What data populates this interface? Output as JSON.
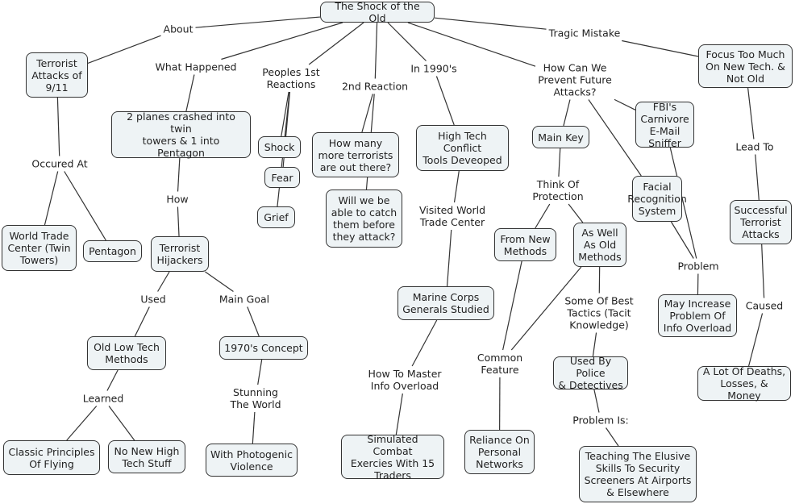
{
  "title": "The Shock of the Old",
  "concepts": [
    {
      "id": "root",
      "label": "The Shock of the Old"
    },
    {
      "id": "attacks911",
      "label": "Terrorist\nAttacks of\n9/11"
    },
    {
      "id": "planes",
      "label": "2 planes crashed into twin\ntowers & 1 into\nPentagon"
    },
    {
      "id": "shock",
      "label": "Shock"
    },
    {
      "id": "fear",
      "label": "Fear"
    },
    {
      "id": "grief",
      "label": "Grief"
    },
    {
      "id": "howmany",
      "label": "How many\nmore terrorists\nare out there?"
    },
    {
      "id": "willwe",
      "label": "Will we be\nable to catch\nthem before\nthey attack?"
    },
    {
      "id": "hightech",
      "label": "High Tech\nConflict\nTools Deveoped"
    },
    {
      "id": "mainkey",
      "label": "Main Key"
    },
    {
      "id": "fbi",
      "label": "FBI's\nCarnivore\nE-Mail Sniffer"
    },
    {
      "id": "focus",
      "label": "Focus Too  Much\nOn New Tech. &\nNot Old"
    },
    {
      "id": "wtc",
      "label": "World Trade\nCenter (Twin\nTowers)"
    },
    {
      "id": "pentagon",
      "label": "Pentagon"
    },
    {
      "id": "hijackers",
      "label": "Terrorist\nHijackers"
    },
    {
      "id": "fromnew",
      "label": "From New\nMethods"
    },
    {
      "id": "aswell",
      "label": "As Well\nAs Old\nMethods"
    },
    {
      "id": "facial",
      "label": "Facial\nRecognition\nSystem"
    },
    {
      "id": "successful",
      "label": "Successful\nTerrorist\nAttacks"
    },
    {
      "id": "marine",
      "label": "Marine Corps\nGenerals Studied"
    },
    {
      "id": "mayincrease",
      "label": "May Increase\nProblem Of\nInfo Overload"
    },
    {
      "id": "oldlowtech",
      "label": "Old Low Tech\nMethods"
    },
    {
      "id": "concept1970",
      "label": "1970's Concept"
    },
    {
      "id": "usedbypolice",
      "label": "Used By Police\n& Detectives"
    },
    {
      "id": "deaths",
      "label": "A Lot Of Deaths,\nLosses, & Money"
    },
    {
      "id": "classic",
      "label": "Classic Principles\nOf Flying"
    },
    {
      "id": "nonew",
      "label": "No New High\nTech Stuff"
    },
    {
      "id": "photogenic",
      "label": "With Photogenic\nViolence"
    },
    {
      "id": "simulated",
      "label": "Simulated Combat\nExercies With 15\nTraders"
    },
    {
      "id": "reliance",
      "label": "Reliance On\nPersonal\nNetworks"
    },
    {
      "id": "teaching",
      "label": "Teaching The Elusive\nSkills To Security\nScreeners At Airports\n& Elsewhere"
    }
  ],
  "linking_phrases": [
    {
      "id": "about",
      "label": "About"
    },
    {
      "id": "whathappened",
      "label": "What Happened"
    },
    {
      "id": "peoples1st",
      "label": "Peoples 1st\nReactions"
    },
    {
      "id": "reaction2",
      "label": "2nd Reaction"
    },
    {
      "id": "in1990",
      "label": "In 1990's"
    },
    {
      "id": "howcanwe",
      "label": "How Can We\nPrevent Future\nAttacks?"
    },
    {
      "id": "tragic",
      "label": "Tragic Mistake"
    },
    {
      "id": "occuredat",
      "label": "Occured At"
    },
    {
      "id": "how",
      "label": "How"
    },
    {
      "id": "visited",
      "label": "Visited World\nTrade Center"
    },
    {
      "id": "thinkof",
      "label": "Think Of\nProtection"
    },
    {
      "id": "leadto",
      "label": "Lead To"
    },
    {
      "id": "used",
      "label": "Used"
    },
    {
      "id": "maingoal",
      "label": "Main Goal"
    },
    {
      "id": "problem",
      "label": "Problem"
    },
    {
      "id": "someofbest",
      "label": "Some Of Best\nTactics (Tacit\nKnowledge)"
    },
    {
      "id": "caused",
      "label": "Caused"
    },
    {
      "id": "learned",
      "label": "Learned"
    },
    {
      "id": "stunning",
      "label": "Stunning\nThe World"
    },
    {
      "id": "commonfeature",
      "label": "Common\nFeature"
    },
    {
      "id": "howtomaster",
      "label": "How To Master\nInfo Overload"
    },
    {
      "id": "problemis",
      "label": "Problem Is:"
    }
  ],
  "connections": [
    [
      "root",
      "about"
    ],
    [
      "about",
      "attacks911"
    ],
    [
      "root",
      "whathappened"
    ],
    [
      "whathappened",
      "planes"
    ],
    [
      "root",
      "peoples1st"
    ],
    [
      "peoples1st",
      "shock"
    ],
    [
      "peoples1st",
      "fear"
    ],
    [
      "peoples1st",
      "grief"
    ],
    [
      "root",
      "reaction2"
    ],
    [
      "reaction2",
      "howmany"
    ],
    [
      "reaction2",
      "willwe"
    ],
    [
      "root",
      "in1990"
    ],
    [
      "in1990",
      "hightech"
    ],
    [
      "root",
      "howcanwe"
    ],
    [
      "howcanwe",
      "mainkey"
    ],
    [
      "howcanwe",
      "fbi"
    ],
    [
      "howcanwe",
      "facial"
    ],
    [
      "root",
      "tragic"
    ],
    [
      "tragic",
      "focus"
    ],
    [
      "attacks911",
      "occuredat"
    ],
    [
      "occuredat",
      "wtc"
    ],
    [
      "occuredat",
      "pentagon"
    ],
    [
      "planes",
      "how"
    ],
    [
      "how",
      "hijackers"
    ],
    [
      "hightech",
      "visited"
    ],
    [
      "visited",
      "marine"
    ],
    [
      "mainkey",
      "thinkof"
    ],
    [
      "thinkof",
      "fromnew"
    ],
    [
      "thinkof",
      "aswell"
    ],
    [
      "focus",
      "leadto"
    ],
    [
      "leadto",
      "successful"
    ],
    [
      "hijackers",
      "used"
    ],
    [
      "used",
      "oldlowtech"
    ],
    [
      "hijackers",
      "maingoal"
    ],
    [
      "maingoal",
      "concept1970"
    ],
    [
      "fbi",
      "problem"
    ],
    [
      "facial",
      "problem"
    ],
    [
      "problem",
      "mayincrease"
    ],
    [
      "aswell",
      "someofbest"
    ],
    [
      "someofbest",
      "usedbypolice"
    ],
    [
      "successful",
      "caused"
    ],
    [
      "caused",
      "deaths"
    ],
    [
      "oldlowtech",
      "learned"
    ],
    [
      "learned",
      "classic"
    ],
    [
      "learned",
      "nonew"
    ],
    [
      "concept1970",
      "stunning"
    ],
    [
      "stunning",
      "photogenic"
    ],
    [
      "fromnew",
      "commonfeature"
    ],
    [
      "aswell",
      "commonfeature"
    ],
    [
      "commonfeature",
      "reliance"
    ],
    [
      "marine",
      "howtomaster"
    ],
    [
      "howtomaster",
      "simulated"
    ],
    [
      "usedbypolice",
      "problemis"
    ],
    [
      "problemis",
      "teaching"
    ]
  ]
}
